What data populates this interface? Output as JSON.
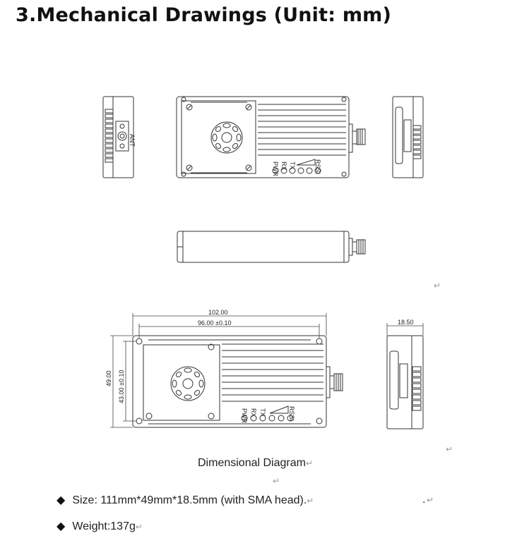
{
  "document": {
    "title": "3.Mechanical Drawings (Unit: mm)",
    "caption": "Dimensional Diagram",
    "return_mark": "↵",
    "bullet_symbol": "◆",
    "specs": [
      {
        "text": "Size: 111mm*49mm*18.5mm (with SMA head).",
        "trailing": "."
      },
      {
        "text": "Weight:137g",
        "trailing": ""
      }
    ]
  },
  "drawing": {
    "top_labels": [
      "PWR",
      "RX",
      "TX",
      "RSSI"
    ],
    "side_label": "ANT",
    "dims": {
      "length_total": "102.00",
      "length_holes": "96.00 ±0.10",
      "width_total": "49.00",
      "width_holes": "43.00 ±0.10",
      "height": "18.50"
    }
  }
}
